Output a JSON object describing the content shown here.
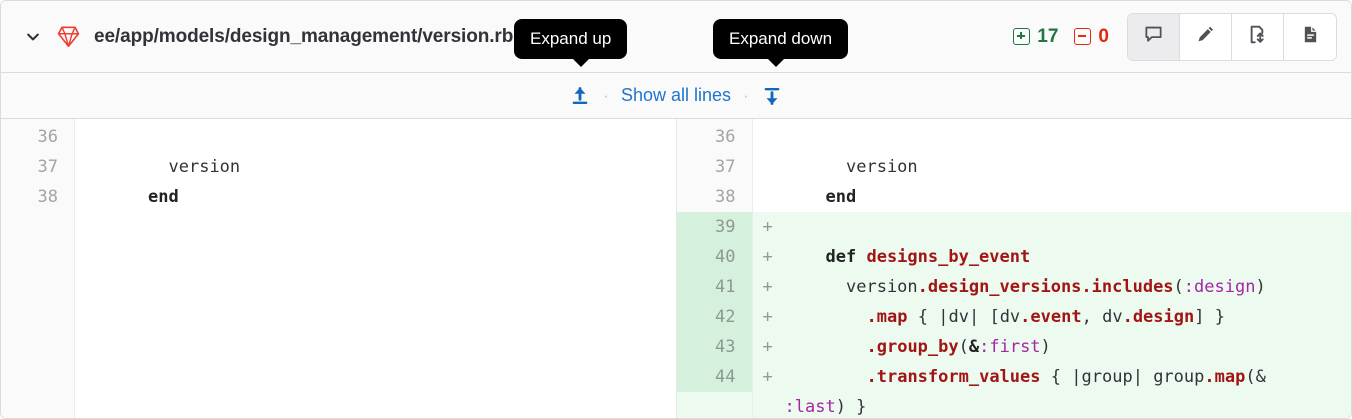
{
  "header": {
    "chevron_icon": "chevron-down-icon",
    "file_type_icon": "ruby-gem-icon",
    "file_path": "ee/app/models/design_management/version.rb",
    "stats": {
      "added_icon": "plus-square-icon",
      "added_count": "17",
      "removed_icon": "minus-square-icon",
      "removed_count": "0",
      "added_color": "#217645",
      "removed_color": "#dd2b0e"
    },
    "actions": [
      {
        "name": "comment-button",
        "icon": "comment-icon",
        "active": true
      },
      {
        "name": "edit-button",
        "icon": "pencil-icon",
        "active": false
      },
      {
        "name": "view-changes-button",
        "icon": "file-transfer-icon",
        "active": false
      },
      {
        "name": "view-file-button",
        "icon": "document-icon",
        "active": false
      }
    ]
  },
  "expand_row": {
    "expand_up_icon": "arrow-up-to-line-icon",
    "separator": "·",
    "show_all_label": "Show all lines",
    "expand_down_icon": "arrow-down-to-line-icon",
    "link_color": "#1f75cb"
  },
  "tooltips": {
    "expand_up": "Expand up",
    "expand_down": "Expand down"
  },
  "diff": {
    "left_lines": [
      {
        "num": "36",
        "marker": "",
        "text": "",
        "type": "context"
      },
      {
        "num": "37",
        "marker": "",
        "text": "      version",
        "type": "context"
      },
      {
        "num": "38",
        "marker": "",
        "text": "    end",
        "type": "context"
      }
    ],
    "right_lines": [
      {
        "num": "36",
        "marker": "",
        "text": "",
        "type": "context"
      },
      {
        "num": "37",
        "marker": "",
        "text": "      version",
        "type": "context"
      },
      {
        "num": "38",
        "marker": "",
        "text": "    end",
        "type": "context"
      },
      {
        "num": "39",
        "marker": "+",
        "text": "",
        "type": "added"
      },
      {
        "num": "40",
        "marker": "+",
        "text": "    def designs_by_event",
        "type": "added"
      },
      {
        "num": "41",
        "marker": "+",
        "text": "      version.design_versions.includes(:design)",
        "type": "added"
      },
      {
        "num": "42",
        "marker": "+",
        "text": "        .map { |dv| [dv.event, dv.design] }",
        "type": "added"
      },
      {
        "num": "43",
        "marker": "+",
        "text": "        .group_by(&:first)",
        "type": "added"
      },
      {
        "num": "44",
        "marker": "+",
        "text": "        .transform_values { |group| group.map(&:last) }",
        "type": "added"
      }
    ],
    "added_bg": "#ecfaf0",
    "added_gutter_bg": "#d6f0de"
  }
}
